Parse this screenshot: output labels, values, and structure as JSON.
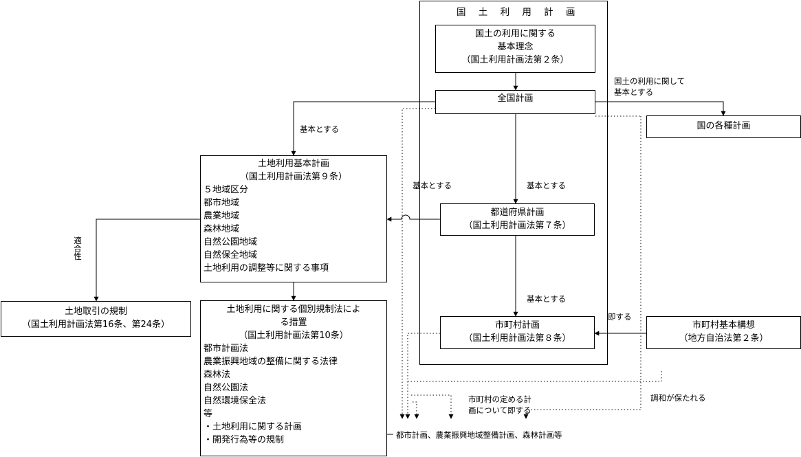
{
  "plan_title": "国 土 利 用 計 画",
  "basic_idea": [
    "国土の利用に関する",
    "基本理念",
    "（国土利用計画法第２条）"
  ],
  "national_plan": "全国計画",
  "various_national_plans": "国の各種計画",
  "land_use_basic_plan": {
    "title": "土地利用基本計画",
    "law": "（国土利用計画法第９条）",
    "items": [
      "５地域区分",
      "都市地域",
      "農業地域",
      "森林地域",
      "自然公園地域",
      "自然保全地域",
      "土地利用の調整等に関する事項"
    ]
  },
  "prefectural_plan": [
    "都道府県計画",
    "（国土利用計画法第７条）"
  ],
  "municipal_plan": [
    "市町村計画",
    "（国土利用計画法第８条）"
  ],
  "municipal_basic_concept": [
    "市町村基本構想",
    "（地方自治法第２条）"
  ],
  "transaction_regulation": [
    "土地取引の規制",
    "（国土利用計画法第16条、第24条）"
  ],
  "individual_measures": {
    "title": [
      "土地利用に関する個別規制法によ",
      "る措置"
    ],
    "law": "（国土利用計画法第10条）",
    "items": [
      "都市計画法",
      "農業振興地域の整備に関する法律",
      "森林法",
      "自然公園法",
      "自然環境保全法",
      "等",
      "・土地利用に関する計画",
      "・開発行為等の規制"
    ]
  },
  "labels": {
    "national_basis": [
      "国土の利用に関して",
      "基本とする"
    ],
    "basis_left": "基本とする",
    "basis_inner": "基本とする",
    "basis_pref": "基本とする",
    "basis_muni": "基本とする",
    "conform": "適合性",
    "conform_to": "即する",
    "harmony": "調和が保たれる",
    "muni_defined": [
      "市町村の定める計",
      "画について即する"
    ]
  },
  "bottom_plans": "都市計画、農業振興地域整備計画、森林計画等"
}
